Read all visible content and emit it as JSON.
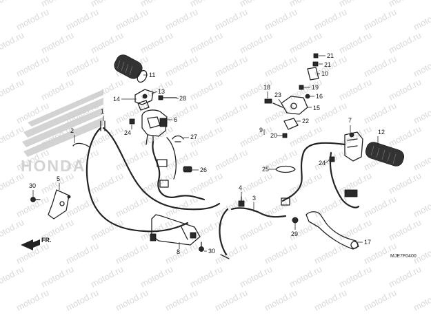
{
  "brand": {
    "text": "HONDA",
    "watermark_color": "#d0d0d0"
  },
  "watermark": {
    "text": "motod.ru"
  },
  "direction_marker": {
    "label": "FR."
  },
  "diagram_code": "MJE7F0400",
  "callouts": [
    "11",
    "13",
    "14",
    "28",
    "1",
    "6",
    "2",
    "24",
    "27",
    "26",
    "21",
    "21",
    "10",
    "18",
    "19",
    "23",
    "16",
    "15",
    "22",
    "9",
    "20",
    "7",
    "12",
    "24",
    "25",
    "30",
    "5",
    "4",
    "3",
    "8",
    "30",
    "29",
    "17"
  ],
  "colors": {
    "line": "#222222",
    "background": "#ffffff"
  }
}
